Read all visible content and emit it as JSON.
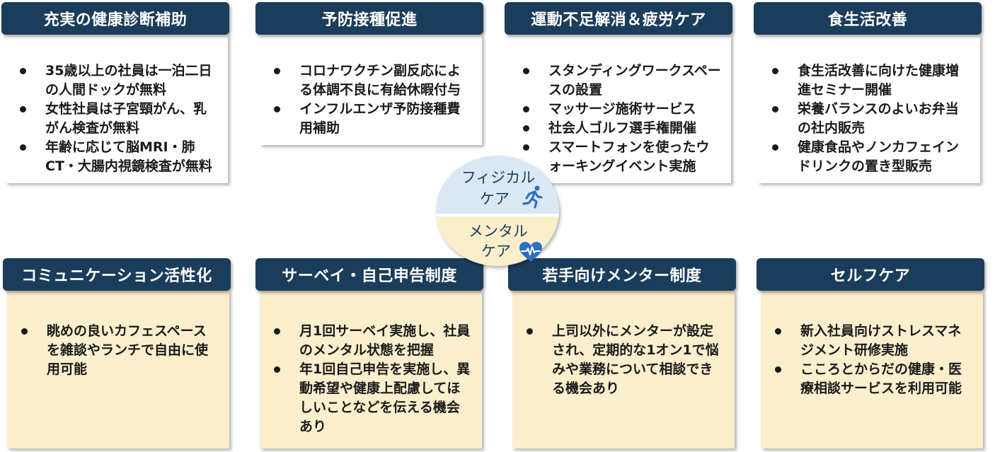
{
  "physical_cards": [
    {
      "title": "充実の健康診断補助",
      "items": [
        "35歳以上の社員は一泊二日の人間ドックが無料",
        "女性社員は子宮頸がん、乳がん検査が無料",
        "年齢に応じて脳MRI・肺CT・大腸内視鏡検査が無料"
      ]
    },
    {
      "title": "予防接種促進",
      "items": [
        "コロナワクチン副反応による体調不良に有給休暇付与",
        "インフルエンザ予防接種費用補助"
      ]
    },
    {
      "title": "運動不足解消＆疲労ケア",
      "items": [
        "スタンディングワークスペースの設置",
        "マッサージ施術サービス",
        "社会人ゴルフ選手権開催",
        "スマートフォンを使ったウォーキングイベント実施"
      ]
    },
    {
      "title": "食生活改善",
      "items": [
        "食生活改善に向けた健康増進セミナー開催",
        "栄養バランスのよいお弁当の社内販売",
        "健康食品やノンカフェインドリンクの置き型販売"
      ]
    }
  ],
  "mental_cards": [
    {
      "title": "コミュニケーション活性化",
      "items": [
        "眺めの良いカフェスペースを雑談やランチで自由に使用可能"
      ]
    },
    {
      "title": "サーベイ・自己申告制度",
      "items": [
        "月1回サーベイ実施し、社員のメンタル状態を把握",
        "年1回自己申告を実施し、異動希望や健康上配慮してほしいことなどを伝える機会あり"
      ]
    },
    {
      "title": "若手向けメンター制度",
      "items": [
        "上司以外にメンターが設定され、定期的な1オン1で悩みや業務について相談できる機会あり"
      ]
    },
    {
      "title": "セルフケア",
      "items": [
        "新入社員向けストレスマネジメント研修実施",
        "こころとからだの健康・医療相談サービスを利用可能"
      ]
    }
  ],
  "center": {
    "physical_line1": "フィジカル",
    "physical_line2": "ケア",
    "mental_line1": "メンタル",
    "mental_line2": "ケア",
    "physical_icon": "runner-icon",
    "mental_icon": "heartbeat-icon"
  },
  "colors": {
    "header": "#1b3d5c",
    "physical_bg": "#dde8f4",
    "mental_bg": "#fcefcd",
    "icon_blue": "#2f6fc0"
  }
}
